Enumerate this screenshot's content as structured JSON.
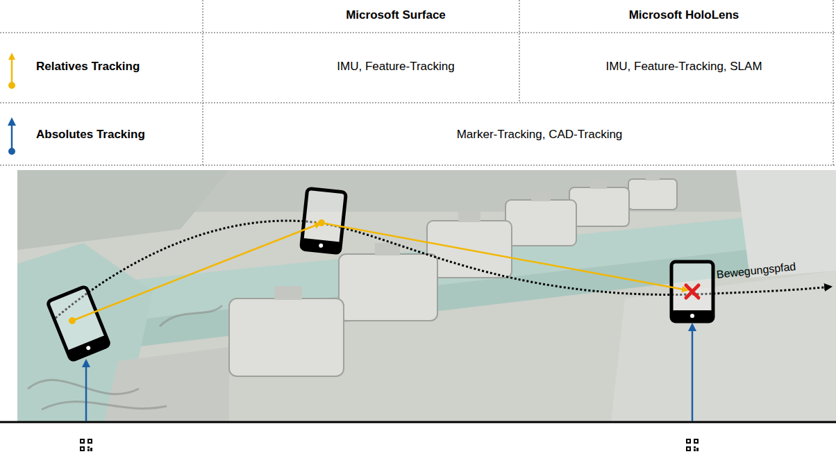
{
  "diagram": {
    "labels": [
      "Microsoft Surface",
      "Microsoft HoloLens",
      "Relatives Tracking",
      "IMU, Feature-Tracking",
      "IMU, Feature-Tracking, SLAM",
      "Absolutes Tracking",
      "Marker-Tracking, CAD-Tracking",
      "Bewegungspfad"
    ]
  }
}
